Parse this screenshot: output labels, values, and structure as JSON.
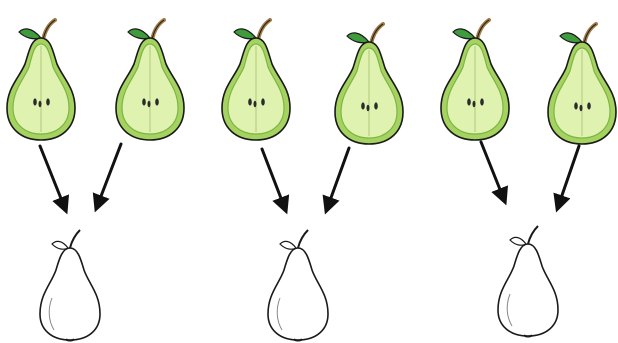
{
  "colors": {
    "pear_flesh": "#dff2b0",
    "pear_skin": "#a5d35f",
    "pear_rind": "#7fb447",
    "leaf": "#3f9b3c",
    "stem": "#a07a45",
    "seed": "#2b2b2b",
    "outline": "#1a1a1a",
    "arrow": "#111111",
    "whole_pear_fill": "#ffffff"
  },
  "icons": {
    "half_pear": "half-pear-icon",
    "arrow": "arrow-down-icon",
    "whole_pear": "whole-pear-outline-icon"
  },
  "groups": [
    {
      "halves": 2,
      "result": "whole-pear"
    },
    {
      "halves": 2,
      "result": "whole-pear"
    },
    {
      "halves": 2,
      "result": "whole-pear"
    }
  ]
}
